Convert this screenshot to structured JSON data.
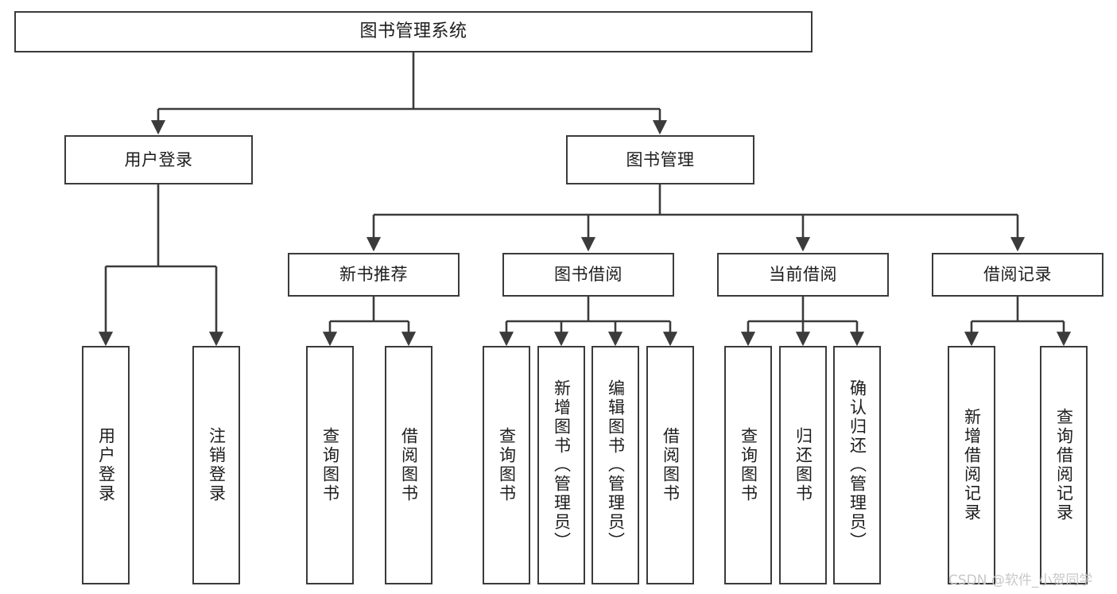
{
  "diagram": {
    "title": "图书管理系统",
    "type": "hierarchy-tree",
    "background": "#ffffff",
    "stroke_color": "#3b3b3b",
    "text_color": "#1d1d1d"
  },
  "watermark": {
    "text": "CSDN @软件_小贺同学",
    "color": "#c8c8c8"
  },
  "nodes": {
    "root": {
      "label": "图书管理系统",
      "level": 0
    },
    "branch": [
      {
        "label": "用户登录",
        "level": 1
      },
      {
        "label": "图书管理",
        "level": 1
      }
    ],
    "groups": [
      {
        "label": "新书推荐",
        "level": 2
      },
      {
        "label": "图书借阅",
        "level": 2
      },
      {
        "label": "当前借阅",
        "level": 2
      },
      {
        "label": "借阅记录",
        "level": 2
      }
    ],
    "leaves": {
      "user_login": [
        {
          "label": "用户登录"
        },
        {
          "label": "注销登录"
        }
      ],
      "new_book": [
        {
          "label": "查询图书"
        },
        {
          "label": "借阅图书"
        }
      ],
      "borrow_book": [
        {
          "label": "查询图书"
        },
        {
          "label": "新增图书（管理员）"
        },
        {
          "label": "编辑图书（管理员）"
        },
        {
          "label": "借阅图书"
        }
      ],
      "current_borrow": [
        {
          "label": "查询图书"
        },
        {
          "label": "归还图书"
        },
        {
          "label": "确认归还（管理员）"
        }
      ],
      "borrow_record": [
        {
          "label": "新增借阅记录"
        },
        {
          "label": "查询借阅记录"
        }
      ]
    }
  }
}
